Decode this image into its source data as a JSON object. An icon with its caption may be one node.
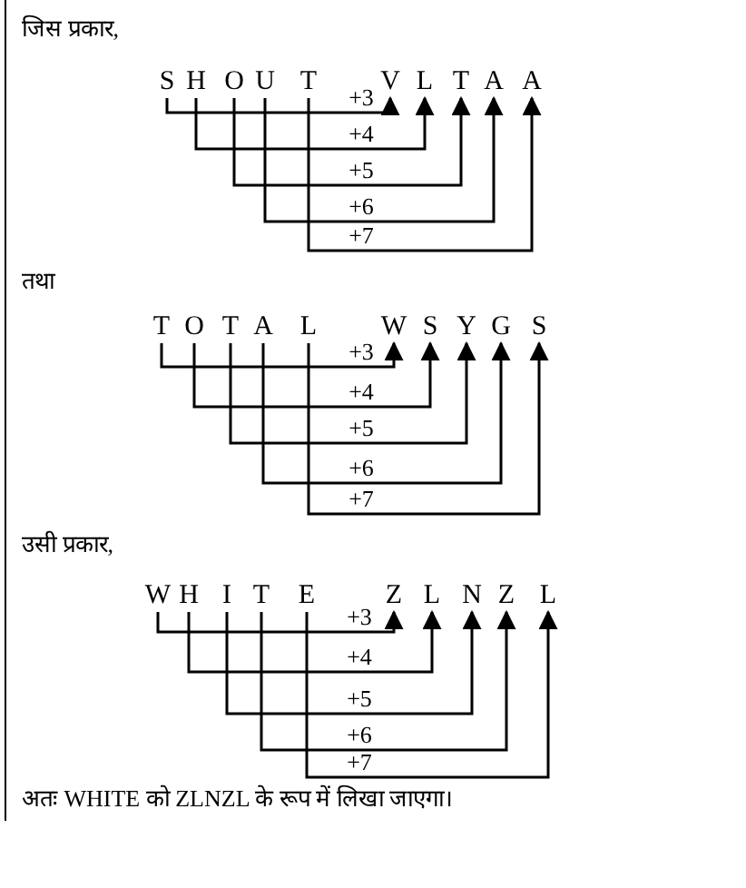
{
  "diagram": {
    "nodes": [
      {
        "text": [
          "S"
        ]
      },
      {
        "text": [
          "H"
        ]
      },
      {
        "text": [
          "O"
        ]
      },
      {
        "text": [
          "U"
        ]
      },
      {
        "text": [
          "T"
        ]
      },
      {
        "text": [
          "V"
        ]
      },
      {
        "text": [
          "L"
        ]
      },
      {
        "text": [
          "T"
        ]
      },
      {
        "text": [
          "A"
        ]
      },
      {
        "text": [
          "A"
        ]
      },
      {
        "text": [
          "T"
        ]
      },
      {
        "text": [
          "O"
        ]
      },
      {
        "text": [
          "T"
        ]
      },
      {
        "text": [
          "A"
        ]
      },
      {
        "text": [
          "L"
        ]
      },
      {
        "text": [
          "W"
        ]
      },
      {
        "text": [
          "S"
        ]
      },
      {
        "text": [
          "Y"
        ]
      },
      {
        "text": [
          "G"
        ]
      },
      {
        "text": [
          "S"
        ]
      },
      {
        "text": [
          "W"
        ]
      },
      {
        "text": [
          "H"
        ]
      },
      {
        "text": [
          "I"
        ]
      },
      {
        "text": [
          "T"
        ]
      },
      {
        "text": [
          "E"
        ]
      },
      {
        "text": [
          "Z"
        ]
      },
      {
        "text": [
          "L"
        ]
      },
      {
        "text": [
          "N"
        ]
      },
      {
        "text": [
          "Z"
        ]
      },
      {
        "text": [
          "L"
        ]
      }
    ],
    "edges": [
      {
        "from": 0,
        "to": 5,
        "arrow": "to",
        "label": "+3"
      },
      {
        "from": 1,
        "to": 6,
        "arrow": "to",
        "label": "+4"
      },
      {
        "from": 2,
        "to": 7,
        "arrow": "to",
        "label": "+5"
      },
      {
        "from": 3,
        "to": 8,
        "arrow": "to",
        "label": "+6"
      },
      {
        "from": 4,
        "to": 9,
        "arrow": "to",
        "label": "+7"
      },
      {
        "from": 10,
        "to": 15,
        "arrow": "to",
        "label": "+3"
      },
      {
        "from": 11,
        "to": 16,
        "arrow": "to",
        "label": "+4"
      },
      {
        "from": 12,
        "to": 17,
        "arrow": "to",
        "label": "+5"
      },
      {
        "from": 13,
        "to": 18,
        "arrow": "to",
        "label": "+6"
      },
      {
        "from": 14,
        "to": 19,
        "arrow": "to",
        "label": "+7"
      },
      {
        "from": 20,
        "to": 25,
        "arrow": "to",
        "label": "+3"
      },
      {
        "from": 21,
        "to": 26,
        "arrow": "to",
        "label": "+4"
      },
      {
        "from": 22,
        "to": 27,
        "arrow": "to",
        "label": "+5"
      },
      {
        "from": 23,
        "to": 28,
        "arrow": "to",
        "label": "+6"
      },
      {
        "from": 24,
        "to": 29,
        "arrow": "to",
        "label": "+7"
      }
    ],
    "labels": [
      "जिस प्रकार,",
      "तथा",
      "उसी प्रकार,",
      "अतः WHITE को ZLNZL के रूप में लिखा जाएगा।"
    ]
  }
}
